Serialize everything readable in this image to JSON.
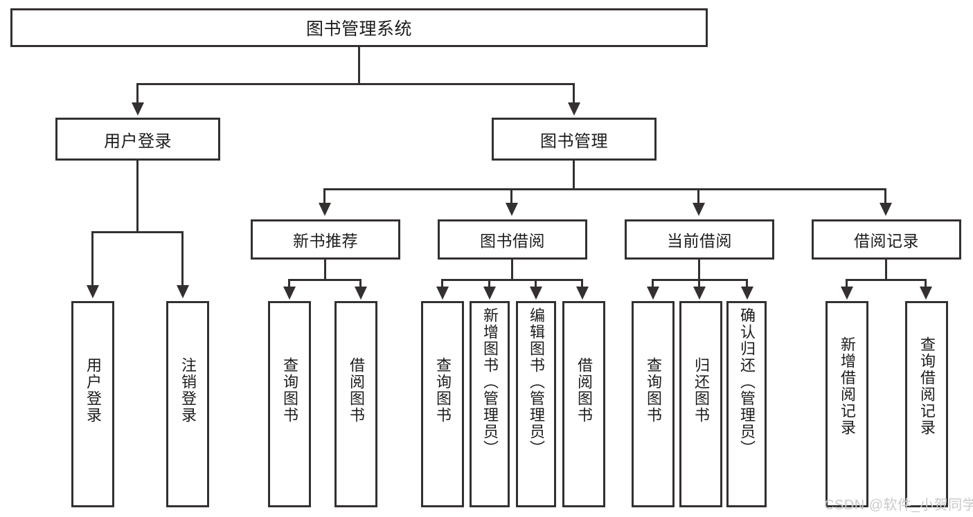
{
  "diagram": {
    "type": "tree-hierarchy",
    "title": "图书管理系统",
    "root": {
      "label": "图书管理系统"
    },
    "level2": [
      {
        "label": "用户登录"
      },
      {
        "label": "图书管理"
      }
    ],
    "level3": [
      {
        "label": "新书推荐"
      },
      {
        "label": "图书借阅"
      },
      {
        "label": "当前借阅"
      },
      {
        "label": "借阅记录"
      }
    ],
    "leaves": {
      "user_login": [
        {
          "label": "用户登录"
        },
        {
          "label": "注销登录"
        }
      ],
      "new_book_recommend": [
        {
          "label": "查询图书"
        },
        {
          "label": "借阅图书"
        }
      ],
      "book_borrow": [
        {
          "label": "查询图书"
        },
        {
          "label": "新增图书（管理员）"
        },
        {
          "label": "编辑图书（管理员）"
        },
        {
          "label": "借阅图书"
        }
      ],
      "current_borrow": [
        {
          "label": "查询图书"
        },
        {
          "label": "归还图书"
        },
        {
          "label": "确认归还（管理员）"
        }
      ],
      "borrow_record": [
        {
          "label": "新增借阅记录"
        },
        {
          "label": "查询借阅记录"
        }
      ]
    }
  },
  "watermark": {
    "text": "CSDN @软件_小贺同学"
  },
  "colors": {
    "stroke": "#33302f",
    "background": "#ffffff",
    "text": "#1c1c1c",
    "watermark": "#c9c9c9"
  }
}
